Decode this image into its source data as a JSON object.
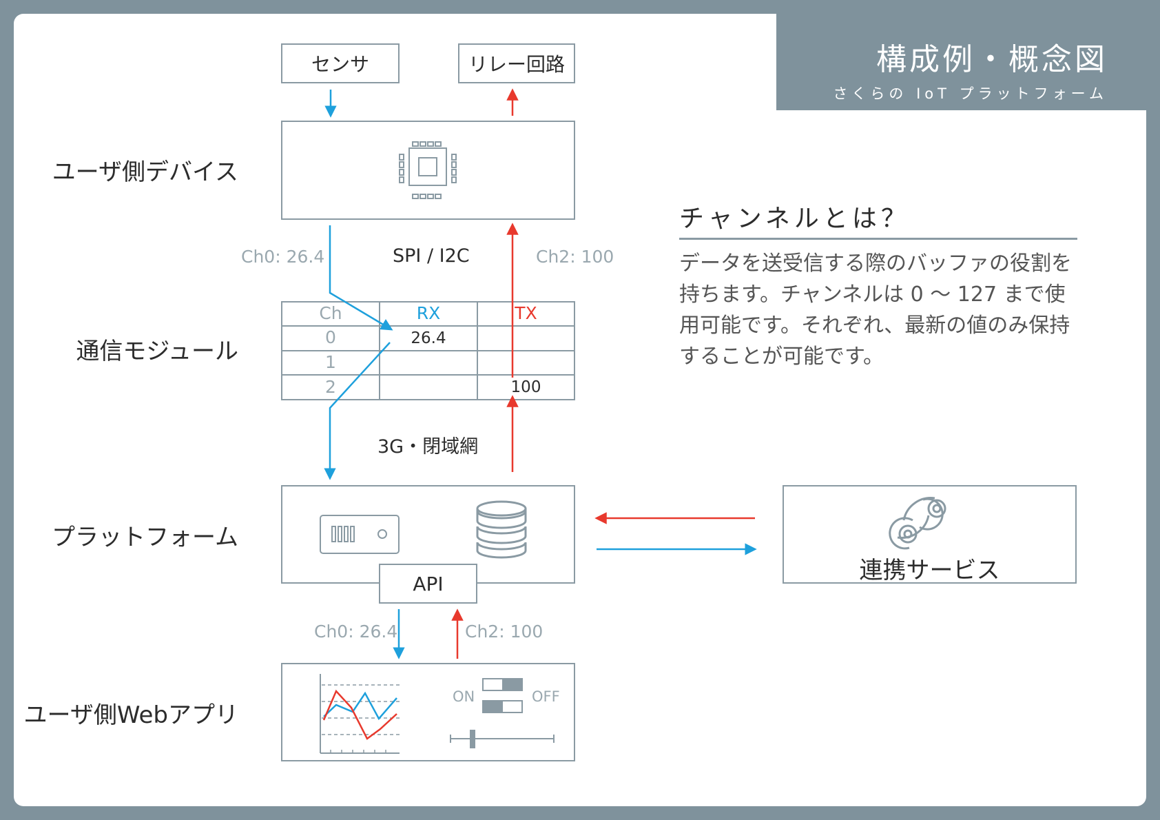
{
  "header": {
    "title": "構成例・概念図",
    "subtitle": "さくらの IoT プラットフォーム"
  },
  "rows": {
    "user_device": "ユーザ側デバイス",
    "comm_module": "通信モジュール",
    "platform": "プラットフォーム",
    "user_web_app": "ユーザ側Webアプリ"
  },
  "top_boxes": {
    "sensor": "センサ",
    "relay": "リレー回路"
  },
  "links": {
    "spi_i2c": "SPI / I2C",
    "network": "3G・閉域網",
    "ch0_upper": "Ch0: 26.4",
    "ch2_upper": "Ch2: 100",
    "ch0_lower": "Ch0: 26.4",
    "ch2_lower": "Ch2: 100"
  },
  "channel_table": {
    "headers": [
      "Ch",
      "RX",
      "TX"
    ],
    "rows": [
      {
        "ch": "0",
        "rx": "26.4",
        "tx": ""
      },
      {
        "ch": "1",
        "rx": "",
        "tx": ""
      },
      {
        "ch": "2",
        "rx": "",
        "tx": "100"
      }
    ]
  },
  "platform": {
    "api": "API"
  },
  "service": {
    "label": "連携サービス"
  },
  "webapp": {
    "on": "ON",
    "off": "OFF"
  },
  "description": {
    "title": "チャンネルとは？",
    "body": "データを送受信する際のバッファの役割を持ちます。チャンネルは 0 ～ 127 まで使用可能です。それぞれ、最新の値のみ保持することが可能です。"
  },
  "colors": {
    "background": "#7f929c",
    "blue_arrow": "#1ea0dc",
    "red_arrow": "#e8392d",
    "box_border": "#8a9aa3"
  }
}
